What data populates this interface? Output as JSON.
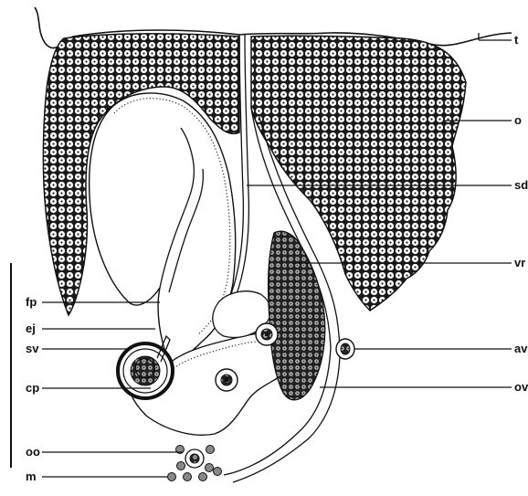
{
  "labels": {
    "t": "t",
    "o": "o",
    "sd": "sd",
    "vr": "vr",
    "av": "av",
    "ov": "ov",
    "fp": "fp",
    "ej": "ej",
    "sv": "sv",
    "cp": "cp",
    "oo": "oo",
    "m": "m"
  }
}
